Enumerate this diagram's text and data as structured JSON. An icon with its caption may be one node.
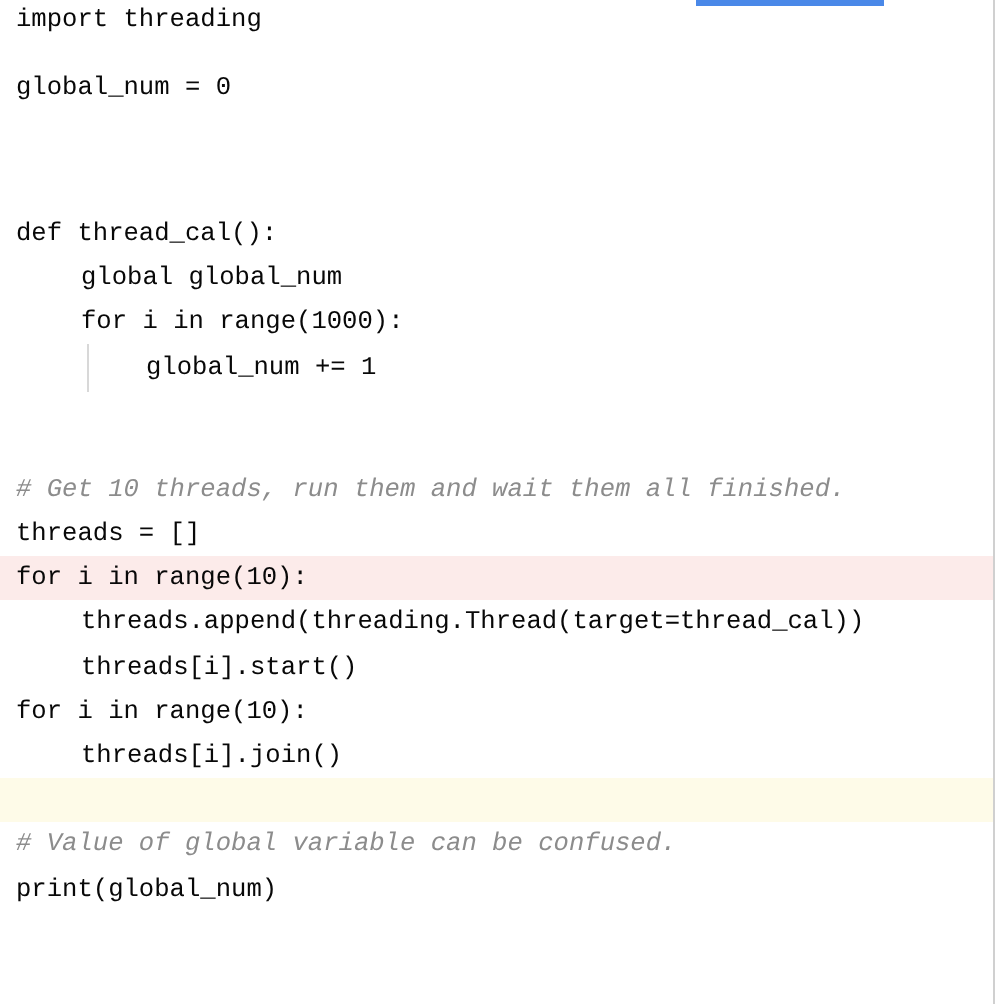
{
  "diagram": {
    "labels": [
      "import threading",
      "global_num = 0",
      "def thread_cal():",
      "global global_num",
      "for i in range(1000):",
      "global_num += 1",
      "# Get 10 threads, run them and wait them all finished.",
      "threads = []",
      "for i in range(10):",
      "threads.append(threading.Thread(target=thread_cal))",
      "threads[i].start()",
      "for i in range(10):",
      "threads[i].join()",
      "# Value of global variable can be confused.",
      "print(global_num)"
    ]
  }
}
